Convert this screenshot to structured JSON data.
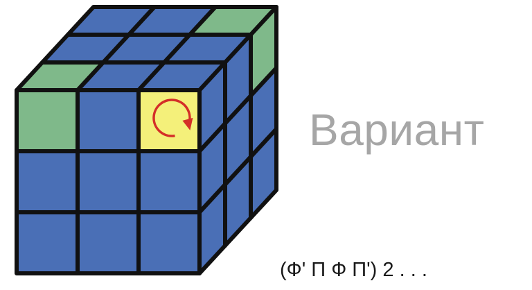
{
  "title": "Вариант",
  "formula": "(Ф' П Ф П') 2 . . .",
  "colors": {
    "blue": "#4a6fb6",
    "green": "#7fb98a",
    "yellow": "#f4f07a",
    "edge": "#111111",
    "arrow": "#d42f28",
    "title_text": "#a6a6a6"
  },
  "cube": {
    "top_face": [
      [
        "blue",
        "blue",
        "green"
      ],
      [
        "blue",
        "blue",
        "blue"
      ],
      [
        "green",
        "blue",
        "blue"
      ]
    ],
    "front_face": [
      [
        "green",
        "blue",
        "yellow"
      ],
      [
        "blue",
        "blue",
        "blue"
      ],
      [
        "blue",
        "blue",
        "blue"
      ]
    ],
    "right_face": [
      [
        "blue",
        "blue",
        "green"
      ],
      [
        "blue",
        "blue",
        "blue"
      ],
      [
        "blue",
        "blue",
        "blue"
      ]
    ],
    "marked_cell_icon": "clockwise-rotation-arrow-icon"
  }
}
